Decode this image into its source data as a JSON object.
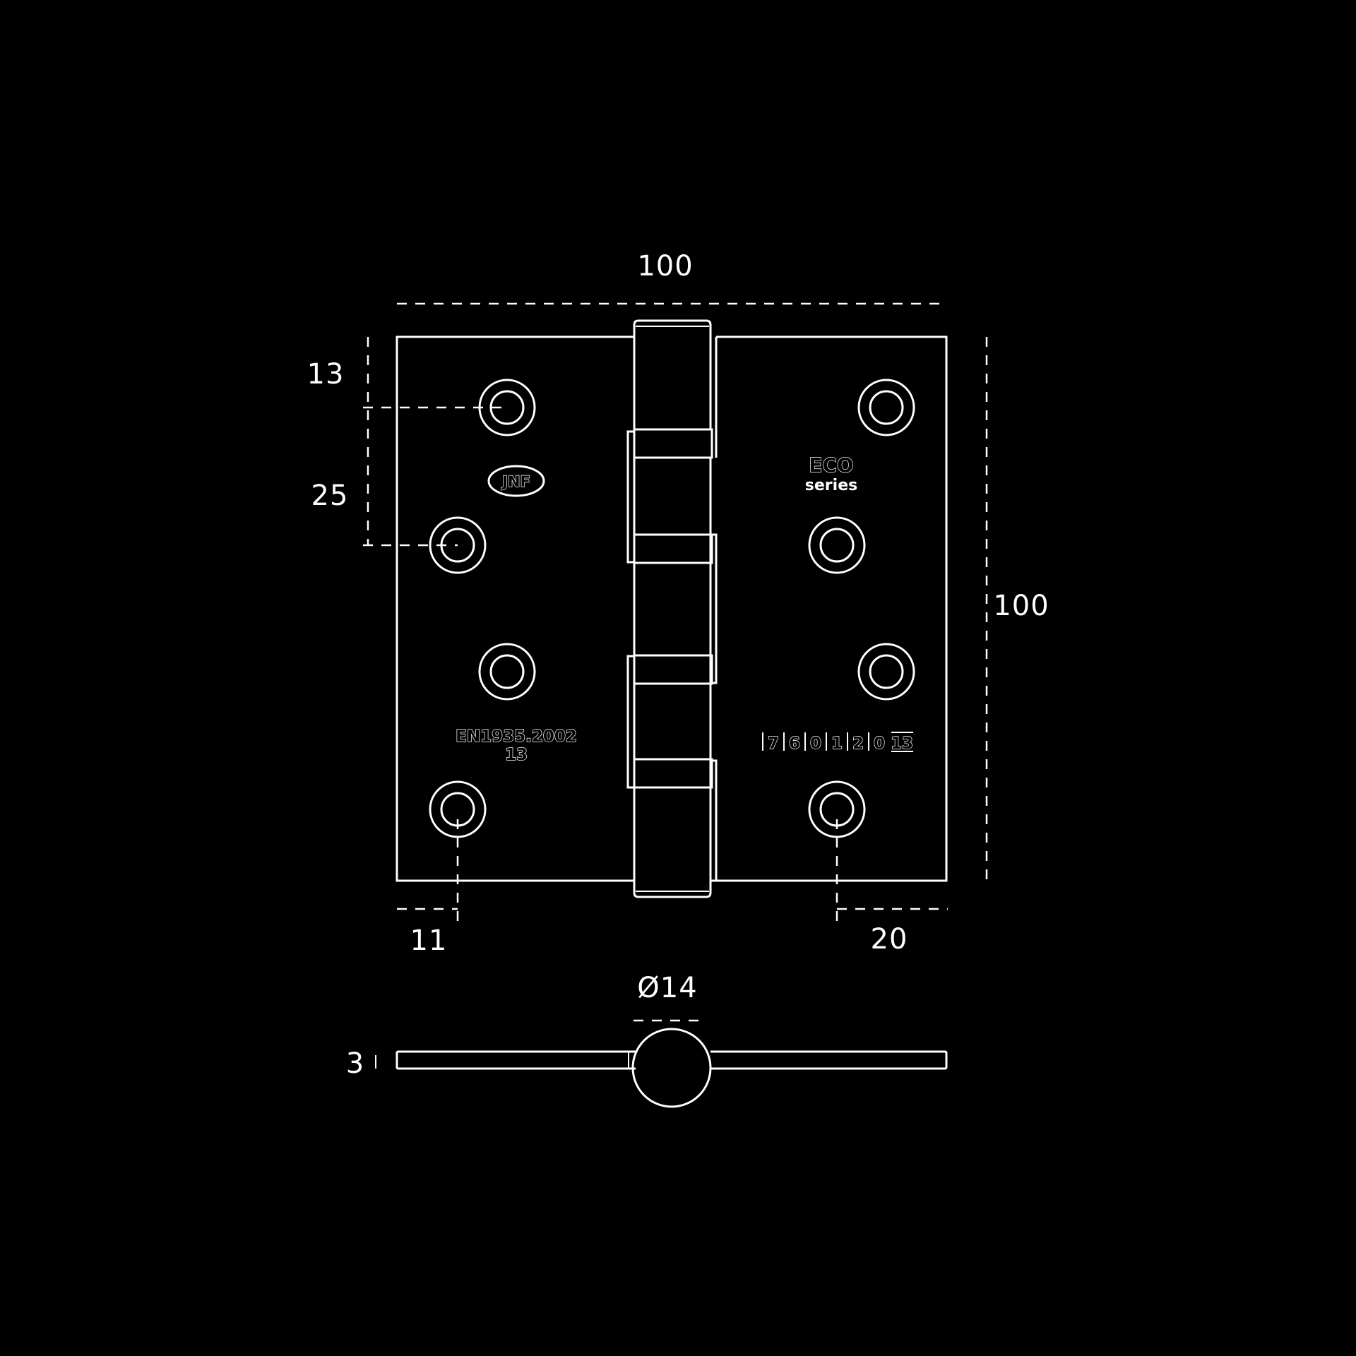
{
  "dimensions": {
    "width": "100",
    "height": "100",
    "top_hole_offset": "13",
    "hole_spacing": "25",
    "left_hole_edge": "11",
    "right_hole_edge": "20",
    "knuckle_diameter": "Ø14",
    "leaf_thickness": "3"
  },
  "markings": {
    "left_logo": "JNF",
    "standard_line1": "EN1935.2002",
    "standard_line2": "13",
    "eco_logo": "ECO",
    "eco_series": "series",
    "classification_digits": [
      "7",
      "6",
      "0",
      "1",
      "2",
      "0"
    ],
    "classification_last": "13"
  },
  "colors": {
    "background": "#000000",
    "line": "#ffffff"
  }
}
